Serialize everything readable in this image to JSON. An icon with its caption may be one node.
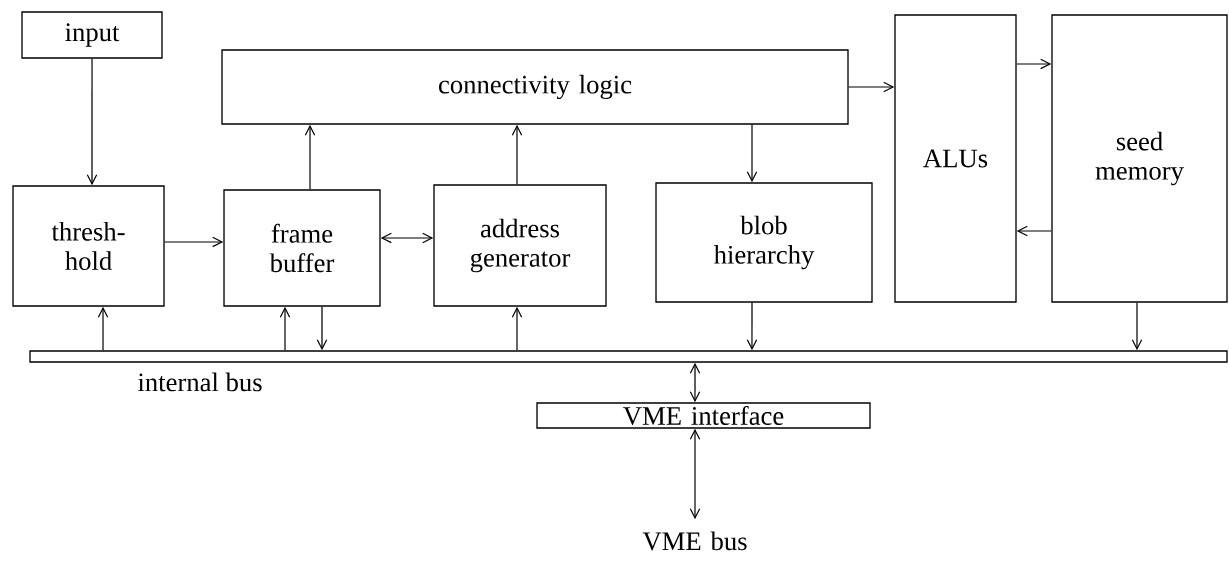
{
  "diagram": {
    "nodes": [
      {
        "text": [
          "input"
        ]
      },
      {
        "text": [
          "connectivity logic"
        ]
      },
      {
        "text": [
          "ALUs"
        ]
      },
      {
        "text": [
          "seed memory"
        ]
      },
      {
        "text": [
          "thresh- hold"
        ]
      },
      {
        "text": [
          "frame buffer"
        ]
      },
      {
        "text": [
          "address generator"
        ]
      },
      {
        "text": [
          "blob hierarchy"
        ]
      },
      {
        "text": [],
        "shape": "bar",
        "beside": [
          "internal bus"
        ]
      },
      {
        "text": [
          "VME interface"
        ]
      },
      {
        "text": [
          "VME bus"
        ]
      }
    ],
    "edges": [
      {
        "from": 0,
        "to": 4,
        "arrow": "to"
      },
      {
        "from": 4,
        "to": 5,
        "arrow": "to"
      },
      {
        "from": 5,
        "to": 6,
        "arrow": "both"
      },
      {
        "from": 5,
        "to": 1,
        "arrow": "to"
      },
      {
        "from": 6,
        "to": 1,
        "arrow": "to"
      },
      {
        "from": 1,
        "to": 7,
        "arrow": "to"
      },
      {
        "from": 1,
        "to": 2,
        "arrow": "to"
      },
      {
        "from": 2,
        "to": 3,
        "arrow": "to"
      },
      {
        "from": 3,
        "to": 2,
        "arrow": "to"
      },
      {
        "from": 8,
        "to": 4,
        "arrow": "to"
      },
      {
        "from": 8,
        "to": 5,
        "arrow": "to"
      },
      {
        "from": 5,
        "to": 8,
        "arrow": "to"
      },
      {
        "from": 8,
        "to": 6,
        "arrow": "to"
      },
      {
        "from": 7,
        "to": 8,
        "arrow": "to"
      },
      {
        "from": 3,
        "to": 8,
        "arrow": "to"
      },
      {
        "from": 8,
        "to": 9,
        "arrow": "both"
      },
      {
        "from": 9,
        "to": 10,
        "arrow": "both"
      }
    ]
  }
}
